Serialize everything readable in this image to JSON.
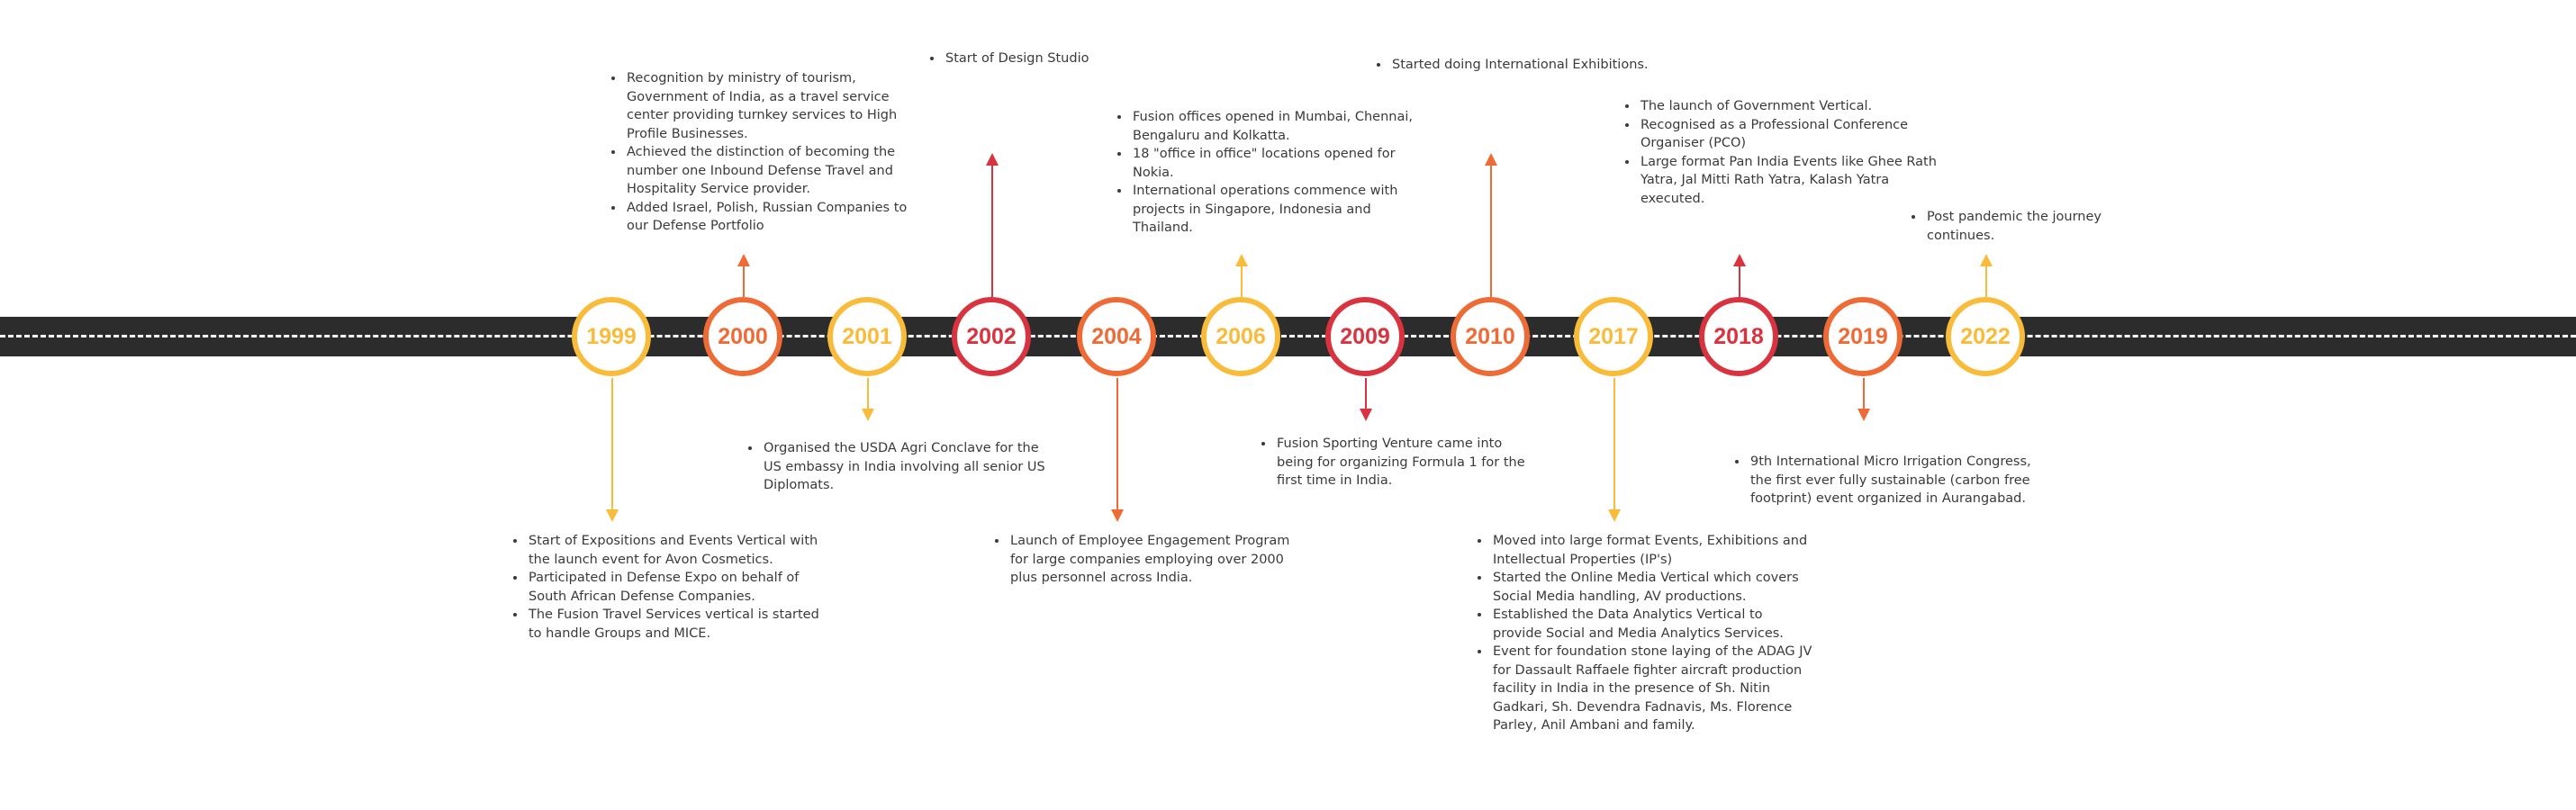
{
  "milestones": [
    {
      "year": "1999",
      "color": "#f8bb3a",
      "items": [
        "Start of Expositions and Events Vertical with the launch event for Avon Cosmetics.",
        "Participated in Defense Expo on behalf of South African Defense Companies.",
        "The Fusion Travel Services vertical is started to handle Groups and MICE."
      ]
    },
    {
      "year": "2000",
      "color": "#ee6b36",
      "items": [
        "Recognition by ministry of tourism, Government of India, as a travel service center providing turnkey services to High Profile Businesses.",
        "Achieved the distinction of becoming the number one Inbound Defense Travel and Hospitality Service provider.",
        "Added Israel, Polish, Russian Companies to our Defense Portfolio"
      ]
    },
    {
      "year": "2001",
      "color": "#f8bb3a",
      "items": [
        "Organised the USDA Agri Conclave for the US embassy in India involving all senior US Diplomats."
      ]
    },
    {
      "year": "2002",
      "color": "#d8333f",
      "items": [
        "Start of Design Studio"
      ]
    },
    {
      "year": "2004",
      "color": "#ee6b36",
      "items": [
        "Launch of Employee Engagement Program for large companies employing over 2000 plus personnel across India."
      ]
    },
    {
      "year": "2006",
      "color": "#f8bb3a",
      "items": [
        "Fusion offices opened in Mumbai, Chennai, Bengaluru and Kolkatta.",
        "18 \"office in office\" locations opened for Nokia.",
        "International operations commence with projects in Singapore, Indonesia and Thailand."
      ]
    },
    {
      "year": "2009",
      "color": "#d8333f",
      "items": [
        "Fusion Sporting Venture came into being for organizing Formula 1 for the first time in India."
      ]
    },
    {
      "year": "2010",
      "color": "#ee6b36",
      "items": [
        "Started doing International Exhibitions."
      ]
    },
    {
      "year": "2017",
      "color": "#f8bb3a",
      "items": [
        "Moved into large format Events, Exhibitions and Intellectual Properties (IP's)",
        "Started the Online Media Vertical which covers Social Media handling, AV productions.",
        "Established the Data Analytics Vertical to provide Social and Media Analytics Services.",
        "Event for foundation stone laying of the ADAG JV for Dassault Raffaele fighter aircraft production facility in India in the presence of Sh. Nitin Gadkari, Sh. Devendra Fadnavis, Ms. Florence Parley, Anil Ambani and family."
      ]
    },
    {
      "year": "2018",
      "color": "#d8333f",
      "items": [
        "The launch of Government Vertical.",
        "Recognised as a Professional Conference Organiser (PCO)",
        "Large format Pan India Events like Ghee Rath Yatra, Jal Mitti Rath Yatra, Kalash Yatra executed."
      ]
    },
    {
      "year": "2019",
      "color": "#ee6b36",
      "items": [
        "9th International Micro Irrigation Congress, the first ever fully sustainable (carbon free footprint) event organized in Aurangabad."
      ]
    },
    {
      "year": "2022",
      "color": "#f8bb3a",
      "items": [
        "Post pandemic the journey continues."
      ]
    }
  ]
}
